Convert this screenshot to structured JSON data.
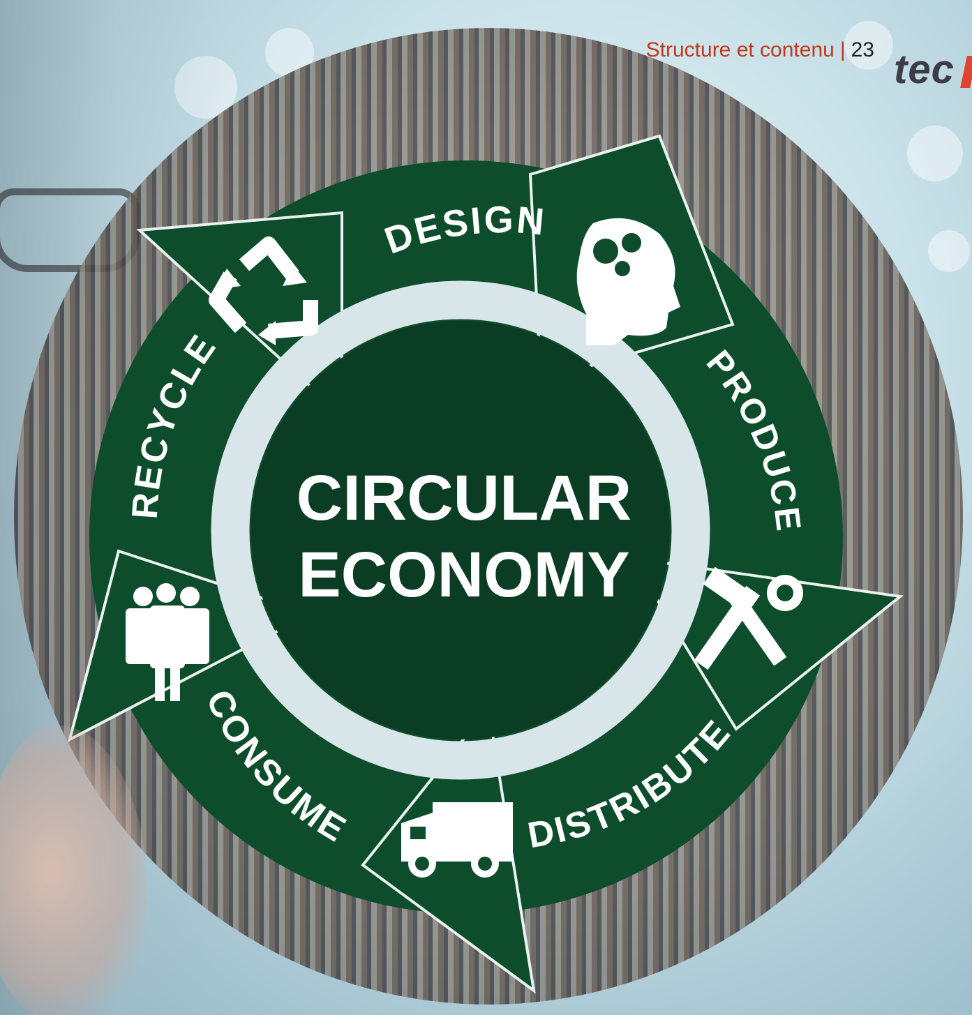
{
  "header": {
    "section": "Structure et contenu",
    "separator": "|",
    "page_number": "23",
    "logo_text": "tec"
  },
  "diagram": {
    "center_line1": "CIRCULAR",
    "center_line2": "ECONOMY",
    "stages": [
      "DESIGN",
      "PRODUCE",
      "DISTRIBUTE",
      "CONSUME",
      "RECYCLE"
    ],
    "colors": {
      "arrow_green": "#0d4d2b",
      "arrow_stroke": "#e9f2ee",
      "center_green": "#0a3d24",
      "text": "#ffffff",
      "accent_red": "#c0391b"
    },
    "icons": [
      "head-gears-icon",
      "hammer-wrench-icon",
      "delivery-truck-icon",
      "people-group-icon",
      "recycle-icon"
    ]
  }
}
